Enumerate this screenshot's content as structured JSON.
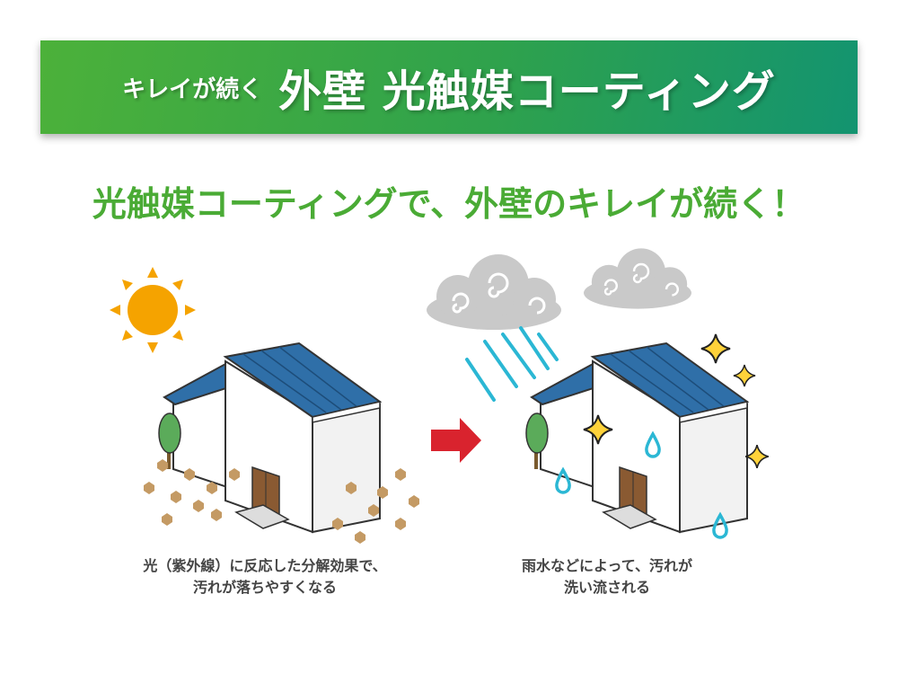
{
  "banner": {
    "lead": "キレイが続く",
    "title": "外壁 光触媒コーティング"
  },
  "subtitle": "光触媒コーティングで、外壁のキレイが続く！",
  "captions": {
    "left": [
      "光（紫外線）に反応した分解効果で、",
      "汚れが落ちやすくなる"
    ],
    "right": [
      "雨水などによって、汚れが",
      "洗い流される"
    ]
  },
  "colors": {
    "green": "#4aab35",
    "roof": "#2f6fa8",
    "sun": "#f5a300",
    "arrow": "#d9232e",
    "rain": "#2bb7d4",
    "dirt": "#c49a64"
  }
}
